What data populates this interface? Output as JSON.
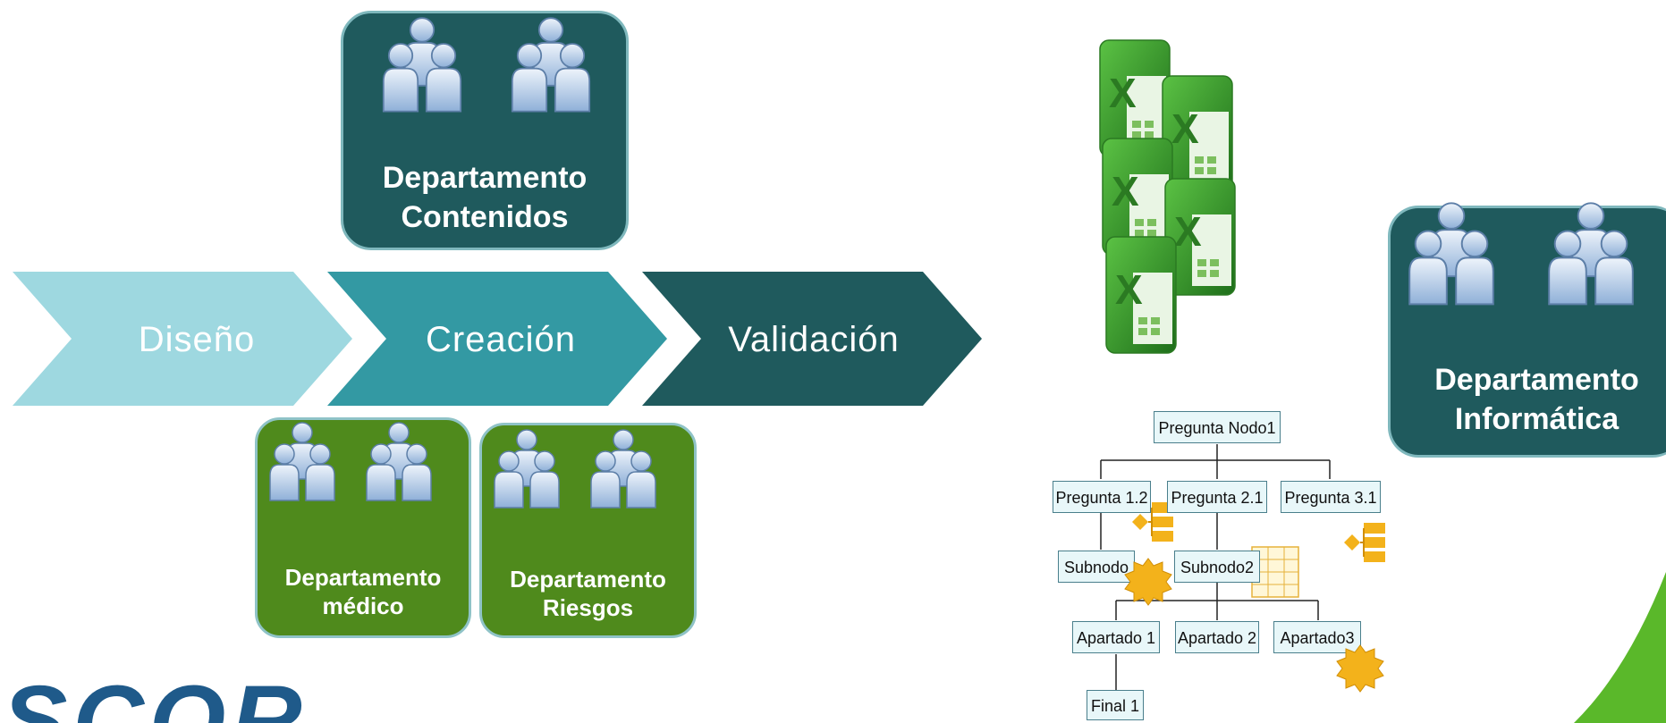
{
  "process": {
    "steps": [
      {
        "label": "Diseño",
        "color": "#9ed8e0"
      },
      {
        "label": "Creación",
        "color": "#3399a3"
      },
      {
        "label": "Validación",
        "color": "#1f5a5d"
      }
    ]
  },
  "departments": {
    "contenidos": {
      "line1": "Departamento",
      "line2": "Contenidos"
    },
    "medico": {
      "line1": "Departamento",
      "line2": "médico"
    },
    "riesgos": {
      "line1": "Departamento",
      "line2": "Riesgos"
    },
    "informatica": {
      "line1": "Departamento",
      "line2": "Informática"
    }
  },
  "tree": {
    "root": "Pregunta Nodo1",
    "level1": [
      "Pregunta 1.2",
      "Pregunta 2.1",
      "Pregunta 3.1"
    ],
    "level2": [
      "Subnodo",
      "Subnodo2"
    ],
    "level3": [
      "Apartado 1",
      "Apartado 2",
      "Apartado3"
    ],
    "level4": [
      "Final 1"
    ]
  },
  "logo": {
    "text": "SCOR"
  },
  "colors": {
    "teal_dark": "#1f5a5d",
    "teal_mid": "#3399a3",
    "teal_light": "#9ed8e0",
    "green": "#4f8a1c",
    "excel_green": "#3f9a2a",
    "gear": "#f3b21b"
  },
  "icons": [
    "people-group-icon",
    "excel-file-icon",
    "gear-icon",
    "hierarchy-icon",
    "table-icon"
  ]
}
